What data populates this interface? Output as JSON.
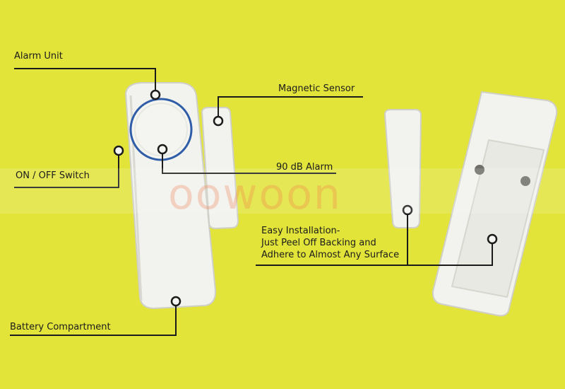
{
  "labels": {
    "alarm_unit": "Alarm Unit",
    "on_off_switch": "ON / OFF Switch",
    "battery_compartment": "Battery Compartment",
    "magnetic_sensor": "Magnetic Sensor",
    "alarm_90db": "90 dB Alarm",
    "installation": {
      "line1": "Easy Installation-",
      "line2": "Just Peel Off Backing and",
      "line3": "Adhere to Almost Any Surface"
    }
  },
  "watermark": "oowoon",
  "colors": {
    "background": "#e2e43a",
    "device": "#f2f2ee",
    "leader_line": "#1b1b1b",
    "speaker_ring": "#2f5da8"
  }
}
